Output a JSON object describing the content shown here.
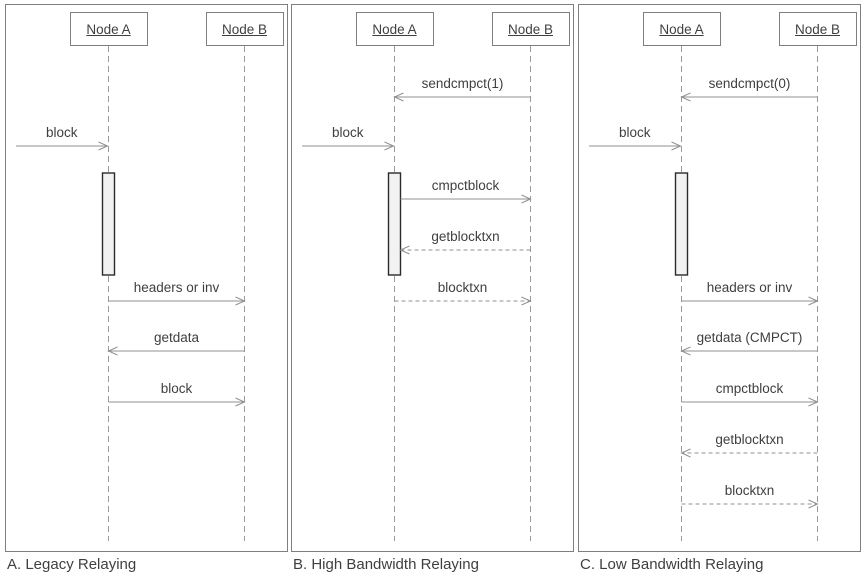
{
  "diagram": {
    "type": "sequence-diagram",
    "colors": {
      "panel_border": "#7f7f7f",
      "line": "#919191",
      "lifeline": "#9a9a9a",
      "text": "#3f3f3f",
      "activation_fill": "#f2f2f2",
      "activation_border": "#2b2b2b"
    },
    "panels": [
      {
        "id": "A",
        "caption": "A. Legacy Relaying",
        "nodes": [
          {
            "label": "Node A"
          },
          {
            "label": "Node B"
          }
        ],
        "activation": true,
        "messages": [
          {
            "label": "block",
            "from": "external",
            "to": "A",
            "line": "solid",
            "slot": 1
          },
          {
            "label": "headers or inv",
            "from": "A",
            "to": "B",
            "line": "solid",
            "slot": 4
          },
          {
            "label": "getdata",
            "from": "B",
            "to": "A",
            "line": "solid",
            "slot": 5
          },
          {
            "label": "block",
            "from": "A",
            "to": "B",
            "line": "solid",
            "slot": 6
          }
        ]
      },
      {
        "id": "B",
        "caption": "B. High Bandwidth Relaying",
        "nodes": [
          {
            "label": "Node A"
          },
          {
            "label": "Node B"
          }
        ],
        "activation": true,
        "messages": [
          {
            "label": "sendcmpct(1)",
            "from": "B",
            "to": "A",
            "line": "solid",
            "slot": 0
          },
          {
            "label": "block",
            "from": "external",
            "to": "A",
            "line": "solid",
            "slot": 1
          },
          {
            "label": "cmpctblock",
            "from": "A",
            "to": "B",
            "line": "solid",
            "slot": 2
          },
          {
            "label": "getblocktxn",
            "from": "B",
            "to": "A",
            "line": "dashed",
            "slot": 3
          },
          {
            "label": "blocktxn",
            "from": "A",
            "to": "B",
            "line": "dashed",
            "slot": 4
          }
        ]
      },
      {
        "id": "C",
        "caption": "C. Low Bandwidth Relaying",
        "nodes": [
          {
            "label": "Node A"
          },
          {
            "label": "Node B"
          }
        ],
        "activation": true,
        "messages": [
          {
            "label": "sendcmpct(0)",
            "from": "B",
            "to": "A",
            "line": "solid",
            "slot": 0
          },
          {
            "label": "block",
            "from": "external",
            "to": "A",
            "line": "solid",
            "slot": 1
          },
          {
            "label": "headers or inv",
            "from": "A",
            "to": "B",
            "line": "solid",
            "slot": 4
          },
          {
            "label": "getdata (CMPCT)",
            "from": "B",
            "to": "A",
            "line": "solid",
            "slot": 5
          },
          {
            "label": "cmpctblock",
            "from": "A",
            "to": "B",
            "line": "solid",
            "slot": 6
          },
          {
            "label": "getblocktxn",
            "from": "B",
            "to": "A",
            "line": "dashed",
            "slot": 7
          },
          {
            "label": "blocktxn",
            "from": "A",
            "to": "B",
            "line": "dashed",
            "slot": 8
          }
        ]
      }
    ]
  }
}
